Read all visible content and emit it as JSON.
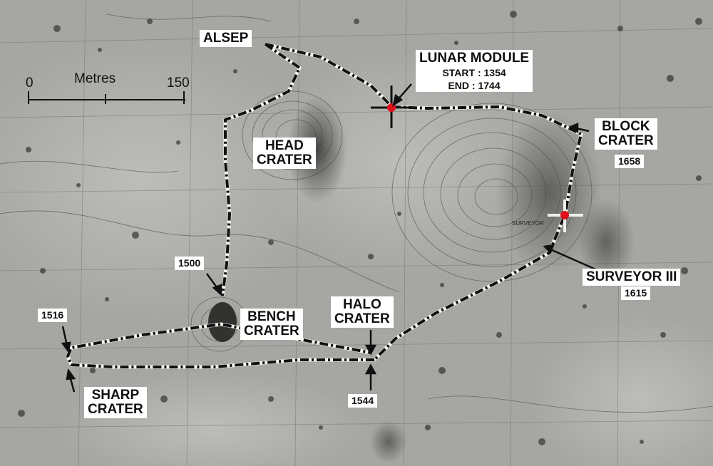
{
  "scale": {
    "start": "0",
    "unit": "Metres",
    "end": "150"
  },
  "labels": {
    "alsep": "ALSEP",
    "lunar_module": {
      "title": "LUNAR MODULE",
      "start": "START : 1354",
      "end": "END  :  1744"
    },
    "head_crater": [
      "HEAD",
      "CRATER"
    ],
    "block_crater": [
      "BLOCK",
      "CRATER"
    ],
    "block_time": "1658",
    "surveyor": "SURVEYOR III",
    "surveyor_time": "1615",
    "halo_crater": [
      "HALO",
      "CRATER"
    ],
    "bench_crater": [
      "BENCH",
      "CRATER"
    ],
    "sharp_crater": [
      "SHARP",
      "CRATER"
    ],
    "time_1500": "1500",
    "time_1516": "1516",
    "time_1544": "1544"
  },
  "map_annotation": "SURVEYOR",
  "colors": {
    "traverse": "#111111",
    "marker": "#e0101a",
    "label_bg": "#ffffff"
  }
}
